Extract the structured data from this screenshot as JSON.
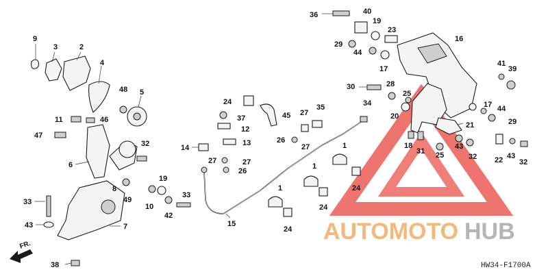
{
  "diagram": {
    "code": "HW34-F1700A",
    "front_marker": "FR.",
    "watermark": {
      "brand_a": "AUTOMOTO",
      "brand_b": "HUB",
      "accent_color": "#e8463f",
      "brand_a_color": "#f3b87c",
      "brand_b_color": "#b5b5b5"
    },
    "labels": {
      "p1a": "1",
      "p1b": "1",
      "p1c": "1",
      "p2": "2",
      "p3": "3",
      "p4": "4",
      "p5": "5",
      "p6": "6",
      "p7": "7",
      "p8": "8",
      "p9": "9",
      "p10": "10",
      "p11": "11",
      "p12": "12",
      "p13": "13",
      "p14": "14",
      "p15": "15",
      "p16": "16",
      "p17a": "17",
      "p17b": "17",
      "p19a": "19",
      "p19b": "19",
      "p20": "20",
      "p21": "21",
      "p22": "22",
      "p23": "23",
      "p24a": "24",
      "p24b": "24",
      "p24c": "24",
      "p24d": "24",
      "p25a": "25",
      "p25b": "25",
      "p26a": "26",
      "p26b": "26",
      "p27a": "27",
      "p27b": "27",
      "p27c": "27",
      "p28": "28",
      "p29a": "29",
      "p29b": "29",
      "p30": "30",
      "p31": "31",
      "p32a": "32",
      "p32b": "32",
      "p32c": "32",
      "p33a": "33",
      "p33b": "33",
      "p34": "34",
      "p35": "35",
      "p36": "36",
      "p37": "37",
      "p38": "38",
      "p39": "39",
      "p40": "40",
      "p41": "41",
      "p42": "42",
      "p43a": "43",
      "p43b": "43",
      "p43c": "43",
      "p44a": "44",
      "p44b": "44",
      "p45": "45",
      "p46": "46",
      "p47": "47",
      "p48": "48",
      "p49": "49",
      "p18": "18"
    }
  }
}
